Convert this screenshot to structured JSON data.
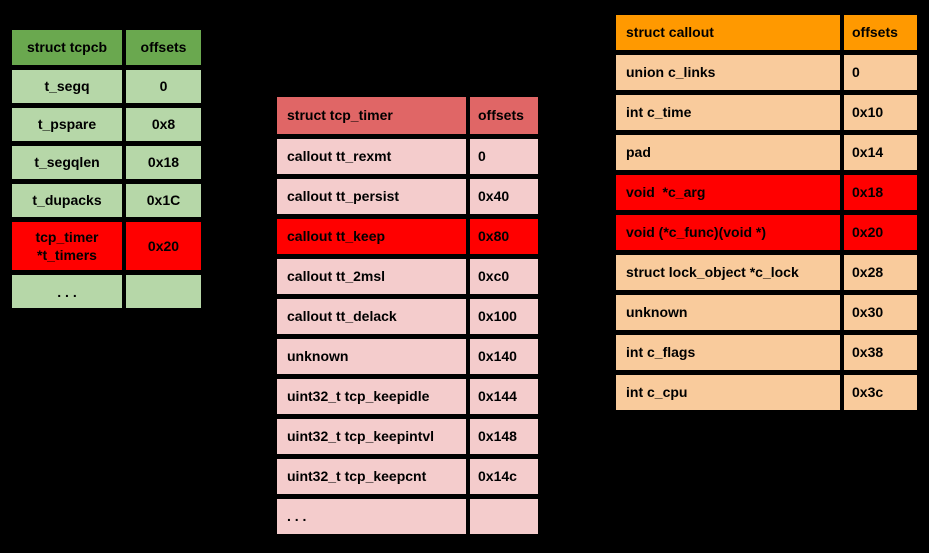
{
  "background_color": "#000000",
  "text_color": "#000000",
  "highlight_color": "#ff0000",
  "tables": [
    {
      "id": "tcpcb",
      "colors": {
        "header_bg": "#6aa84f",
        "row_bg": "#b6d7a8",
        "highlight_bg": "#ff0000"
      },
      "header": {
        "name": "struct tcpcb",
        "offsets": "offsets"
      },
      "rows": [
        {
          "name": "t_segq",
          "offset": "0",
          "highlight": false
        },
        {
          "name": "t_pspare",
          "offset": "0x8",
          "highlight": false
        },
        {
          "name": "t_segqlen",
          "offset": "0x18",
          "highlight": false
        },
        {
          "name": "t_dupacks",
          "offset": "0x1C",
          "highlight": false
        },
        {
          "name": "tcp_timer\n*t_timers",
          "offset": "0x20",
          "highlight": true
        },
        {
          "name": ". . .",
          "offset": "",
          "highlight": false
        }
      ]
    },
    {
      "id": "tcp_timer",
      "colors": {
        "header_bg": "#e06666",
        "row_bg": "#f4cccc",
        "highlight_bg": "#ff0000"
      },
      "header": {
        "name": "struct tcp_timer",
        "offsets": "offsets"
      },
      "rows": [
        {
          "name": "callout tt_rexmt",
          "offset": "0",
          "highlight": false
        },
        {
          "name": "callout tt_persist",
          "offset": "0x40",
          "highlight": false
        },
        {
          "name": "callout tt_keep",
          "offset": "0x80",
          "highlight": true
        },
        {
          "name": "callout tt_2msl",
          "offset": "0xc0",
          "highlight": false
        },
        {
          "name": "callout tt_delack",
          "offset": "0x100",
          "highlight": false
        },
        {
          "name": "unknown",
          "offset": "0x140",
          "highlight": false
        },
        {
          "name": "uint32_t tcp_keepidle",
          "offset": "0x144",
          "highlight": false
        },
        {
          "name": "uint32_t tcp_keepintvl",
          "offset": "0x148",
          "highlight": false
        },
        {
          "name": "uint32_t tcp_keepcnt",
          "offset": "0x14c",
          "highlight": false
        },
        {
          "name": ". . .",
          "offset": "",
          "highlight": false
        }
      ]
    },
    {
      "id": "callout",
      "colors": {
        "header_bg": "#ff9900",
        "row_bg": "#f9cb9c",
        "highlight_bg": "#ff0000"
      },
      "header": {
        "name": "struct callout",
        "offsets": "offsets"
      },
      "rows": [
        {
          "name": "union c_links",
          "offset": "0",
          "highlight": false
        },
        {
          "name": "int c_time",
          "offset": "0x10",
          "highlight": false
        },
        {
          "name": "pad",
          "offset": "0x14",
          "highlight": false
        },
        {
          "name": "void  *c_arg",
          "offset": "0x18",
          "highlight": true
        },
        {
          "name": "void (*c_func)(void *)",
          "offset": "0x20",
          "highlight": true
        },
        {
          "name": "struct lock_object *c_lock",
          "offset": "0x28",
          "highlight": false
        },
        {
          "name": "unknown",
          "offset": "0x30",
          "highlight": false
        },
        {
          "name": "int c_flags",
          "offset": "0x38",
          "highlight": false
        },
        {
          "name": "int c_cpu",
          "offset": "0x3c",
          "highlight": false
        }
      ]
    }
  ]
}
